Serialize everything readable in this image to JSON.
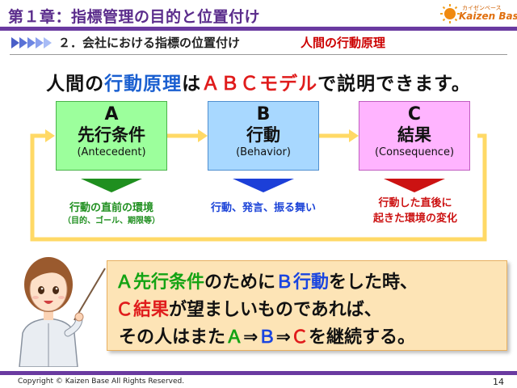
{
  "header": {
    "title": "第１章：指標管理の目的と位置付け",
    "logo_sub": "カイゼンベース",
    "logo_main": "Kaizen Base"
  },
  "section": {
    "label": "２．会社における指標の位置付け",
    "sublabel": "人間の行動原理"
  },
  "headline": {
    "p1": "人間の",
    "p2": "行動原理",
    "p3": "は",
    "p4": "ＡＢＣモデル",
    "p5": "で説明できます。"
  },
  "boxes": [
    {
      "letter": "A",
      "name": "先行条件",
      "english": "(Antecedent)"
    },
    {
      "letter": "B",
      "name": "行動",
      "english": "(Behavior)"
    },
    {
      "letter": "C",
      "name": "結果",
      "english": "(Consequence)"
    }
  ],
  "descriptions": {
    "a_main": "行動の直前の環境",
    "a_sub": "（目的、ゴール、期限等）",
    "b_main": "行動、発言、振る舞い",
    "c_line1": "行動した直後に",
    "c_line2": "起きた環境の変化"
  },
  "statement": {
    "l1_a": "Ａ先行条件",
    "l1_b": "のために",
    "l1_c": "Ｂ行動",
    "l1_d": "をした時、",
    "l2_a": "Ｃ結果",
    "l2_b": "が望ましいものであれば、",
    "l3_a": "その人はまた",
    "l3_b": "Ａ",
    "l3_c": "⇒",
    "l3_d": "Ｂ",
    "l3_e": "⇒",
    "l3_f": "Ｃ",
    "l3_g": "を継続する。"
  },
  "footer": {
    "copyright": "Copyright ©  Kaizen Base  All Rights Reserved.",
    "page": "14"
  },
  "colors": {
    "purple": "#6a3aa0",
    "green_box": "#9cff9c",
    "blue_box": "#a8d8ff",
    "pink_box": "#ffb4ff",
    "arrow_yellow": "#ffd966",
    "statement_bg": "#fde4b6"
  }
}
